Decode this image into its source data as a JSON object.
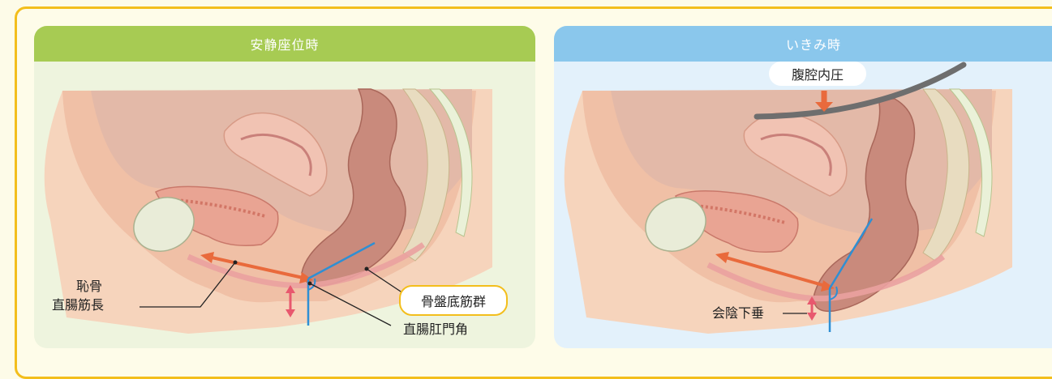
{
  "panels": {
    "rest": {
      "title": "安静座位時"
    },
    "straining": {
      "title": "いきみ時"
    }
  },
  "labels": {
    "pubis": "恥骨",
    "rectal_length": "直腸筋長",
    "pelvic_floor_muscles": "骨盤底筋群",
    "anorectal_angle": "直腸肛門角",
    "intra_abdominal_pressure": "腹腔内圧",
    "perineal_descent": "会陰下垂"
  },
  "colors": {
    "frame": "#f3be1c",
    "rest_header": "#a7cb53",
    "straining_header": "#8ac7ec",
    "arrow_orange": "#e96a3c",
    "angle_line_blue": "#2f8fd3",
    "descent_arrow_pink": "#e8586e"
  }
}
